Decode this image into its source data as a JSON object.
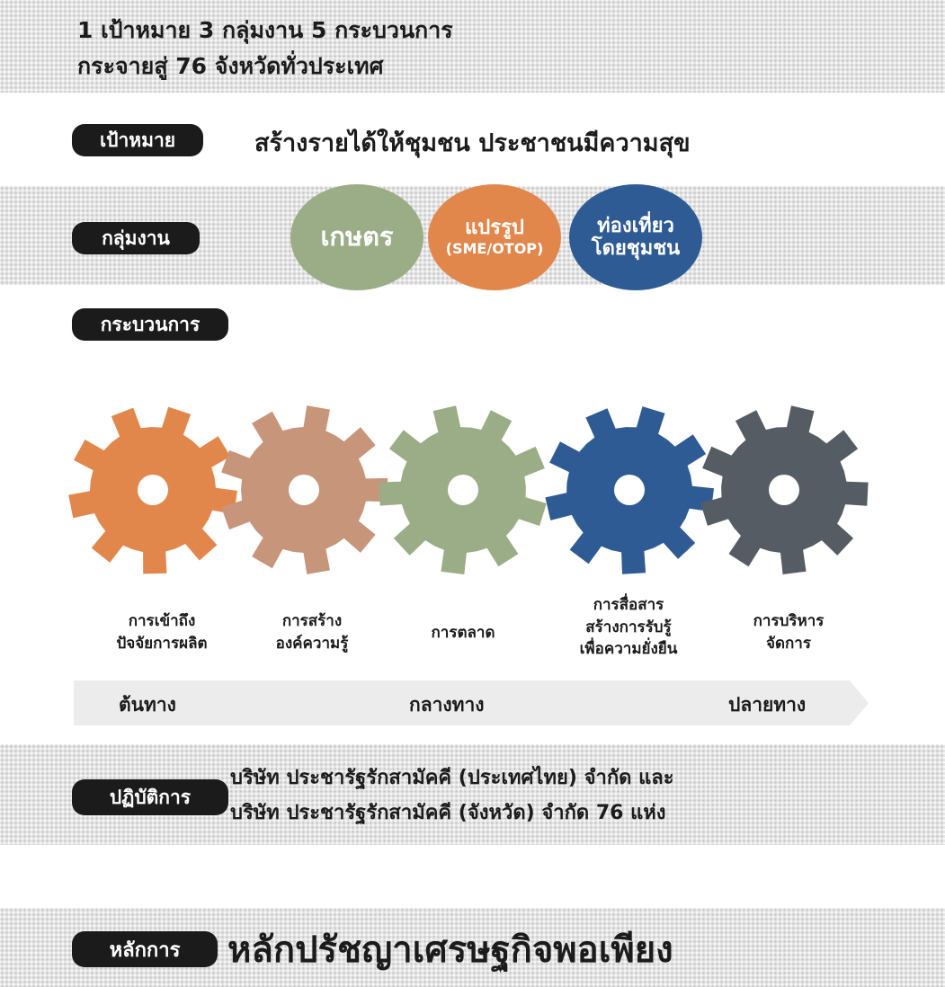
{
  "header": {
    "line1": "1 เป้าหมาย  3 กลุ่มงาน  5 กระบวนการ",
    "line2": "กระจายสู่ 76 จังหวัดทั่วประเทศ"
  },
  "goal": {
    "tag": "เป้าหมาย",
    "text": "สร้างรายได้ให้ชุมชน ประชาชนมีความสุข"
  },
  "groups": {
    "tag": "กลุ่มงาน",
    "items": [
      {
        "line1": "เกษตร",
        "line2": "",
        "color": "#9aad86"
      },
      {
        "line1": "แปรรูป",
        "line2": "(SME/OTOP)",
        "color": "#e2874c"
      },
      {
        "line1": "ท่องเที่ยว",
        "line2": "โดยชุมชน",
        "color": "#2f5b95"
      }
    ]
  },
  "process": {
    "tag": "กระบวนการ",
    "gears": [
      {
        "lines": [
          "การเข้าถึง",
          "ปัจจัยการผลิต"
        ],
        "color": "#e2874c"
      },
      {
        "lines": [
          "การสร้าง",
          "องค์ความรู้"
        ],
        "color": "#c7967a"
      },
      {
        "lines": [
          "การตลาด"
        ],
        "color": "#9aad86"
      },
      {
        "lines": [
          "การสื่อสาร",
          "สร้างการรับรู้",
          "เพื่อความยั่งยืน"
        ],
        "color": "#2f5b95"
      },
      {
        "lines": [
          "การบริหาร",
          "จัดการ"
        ],
        "color": "#555c63"
      }
    ],
    "stages": {
      "start": "ต้นทาง",
      "middle": "กลางทาง",
      "end": "ปลายทาง"
    }
  },
  "operation": {
    "tag": "ปฏิบัติการ",
    "line1": "บริษัท ประชารัฐรักสามัคคี (ประเทศไทย) จำกัด และ",
    "line2": "บริษัท ประชารัฐรักสามัคคี (จังหวัด) จำกัด  76 แห่ง"
  },
  "principle": {
    "tag": "หลักการ",
    "text": "หลักปรัชญาเศรษฐกิจพอเพียง"
  }
}
